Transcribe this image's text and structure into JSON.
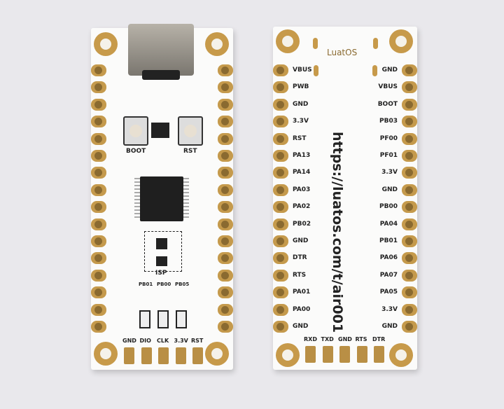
{
  "left_board": {
    "buttons": [
      "BOOT",
      "RST"
    ],
    "isp_label": "ISP",
    "led_labels": [
      "PB01",
      "PB00",
      "PB05"
    ],
    "bottom_pins": [
      "GND",
      "DIO",
      "CLK",
      "3.3V",
      "RST"
    ]
  },
  "right_board": {
    "logo": "LuatOS",
    "url": "https://luatos.com/t/air001",
    "left_pins": [
      "VBUS",
      "PWB",
      "GND",
      "3.3V",
      "RST",
      "PA13",
      "PA14",
      "PA03",
      "PA02",
      "PB02",
      "GND",
      "DTR",
      "RTS",
      "PA01",
      "PA00",
      "GND"
    ],
    "right_pins": [
      "GND",
      "VBUS",
      "BOOT",
      "PB03",
      "PF00",
      "PF01",
      "3.3V",
      "GND",
      "PB00",
      "PA04",
      "PB01",
      "PA06",
      "PA07",
      "PA05",
      "3.3V",
      "GND"
    ],
    "bottom_pins": [
      "RXD",
      "TXD",
      "GND",
      "RTS",
      "DTR"
    ]
  },
  "colors": {
    "background": "#e9e8ec",
    "board": "#fbfbfa",
    "gold": "#c59a4c"
  }
}
